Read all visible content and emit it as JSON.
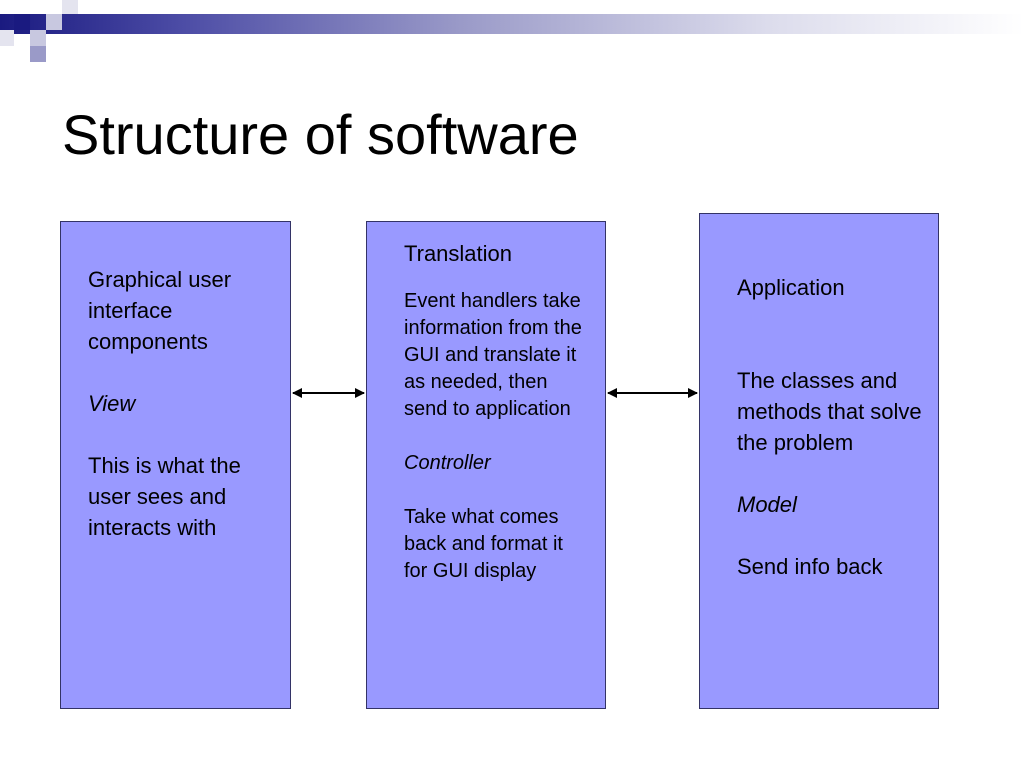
{
  "title": "Structure of software",
  "boxes": {
    "view": {
      "heading": "Graphical user interface components",
      "role": "View",
      "description": "This is what the user sees and interacts with"
    },
    "controller": {
      "heading": "Translation",
      "description": "Event handlers take information from the GUI and translate it as needed, then send to application",
      "role": "Controller",
      "note": "Take what comes back and format it for GUI display"
    },
    "model": {
      "heading": "Application",
      "description": "The classes and methods that solve the problem",
      "role": "Model",
      "note": "Send info back"
    }
  },
  "colors": {
    "box_fill": "#9999ff",
    "box_border": "#333366",
    "header_dark": "#1a1a80"
  }
}
